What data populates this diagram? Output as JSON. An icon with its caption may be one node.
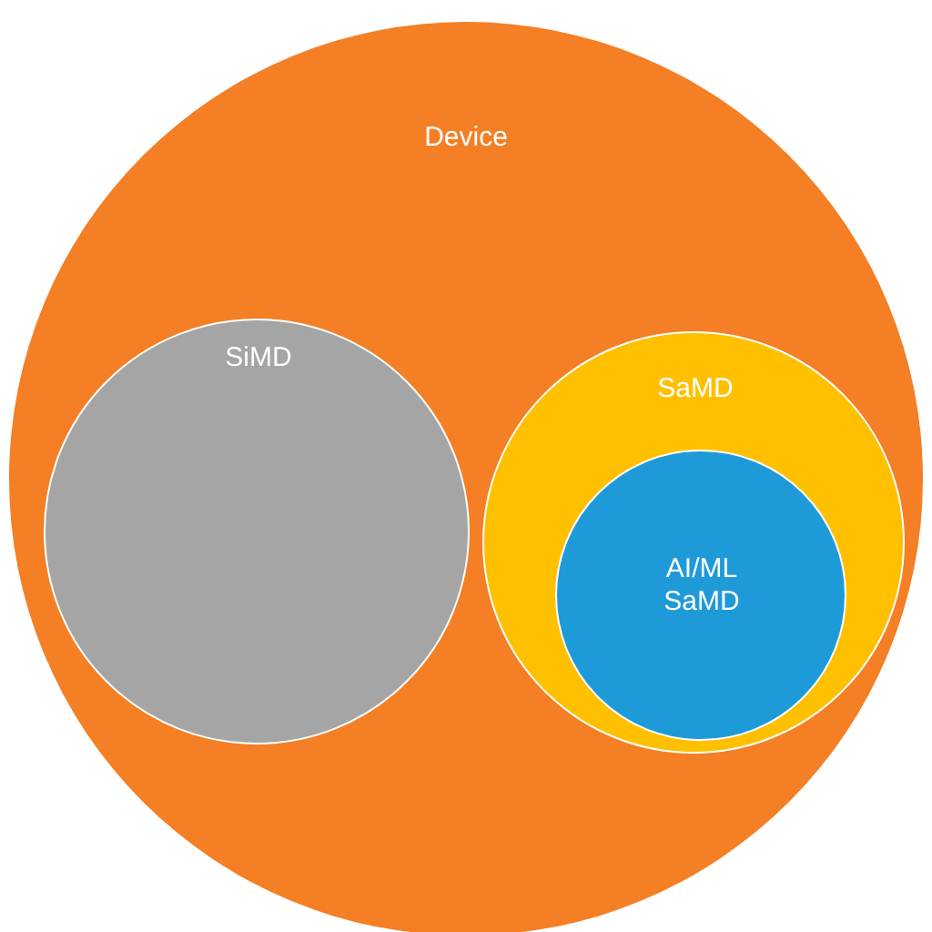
{
  "diagram": {
    "nodes": [
      {
        "text": [
          "Device"
        ]
      },
      {
        "text": [
          "SiMD"
        ],
        "in": 0
      },
      {
        "text": [
          "SaMD"
        ],
        "in": 0
      },
      {
        "text": [
          "AI/ML SaMD"
        ],
        "in": 2
      }
    ]
  }
}
